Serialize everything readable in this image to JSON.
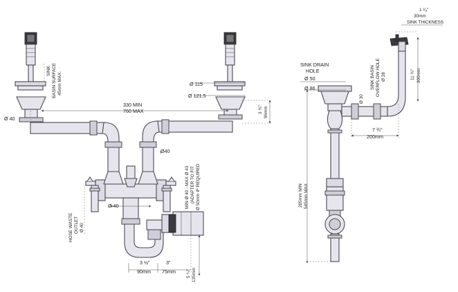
{
  "labels": {
    "sink_basin_surface": [
      "SINK",
      "BASIN SURFACE",
      "45mm MAX."
    ],
    "d115": "Ø 115",
    "d1215": "Ø 121.5",
    "span": [
      "330 MIN",
      "760 MAX"
    ],
    "h96": [
      "3 ¾\"",
      "96mm"
    ],
    "d40_left": "Ø 40",
    "d40_mid": "Ø40",
    "d40_bottom": "Ø 40",
    "adapter": [
      "MIN Ø 40 - MAX Ø 43",
      "(ADAPTER TO FIT",
      "Ø 50mm IF REQUIRED"
    ],
    "hose_outlet": [
      "HOSE WASTE",
      "OUTLET",
      "Ø 40"
    ],
    "w90": [
      "3 ½\"",
      "90mm"
    ],
    "w75": [
      "3\"",
      "75mm"
    ],
    "h135": [
      "5 ¼\"",
      "135mm"
    ],
    "sink_drain_hole": [
      "SINK DRAIN",
      "HOLE",
      "Ø 50"
    ],
    "d86": "Ø 86",
    "d30": "Ø 30",
    "overflow_hole": [
      "SINK BASIN",
      "OVERFLOW HOLE",
      "Ø 28"
    ],
    "thickness": [
      "1 ¹⁄₈\"",
      "30mm",
      "SINK THICKNESS"
    ],
    "h300": [
      "11 ¾\"",
      "300mm"
    ],
    "w200": [
      "7 ¾\"",
      "200mm"
    ],
    "h545": [
      "285mm MIN",
      "545mm MAX"
    ]
  },
  "colors": {
    "pipe_fill": "#e6e4ec",
    "outline": "#4a4a52",
    "dark_parts": "#3a3a40"
  }
}
